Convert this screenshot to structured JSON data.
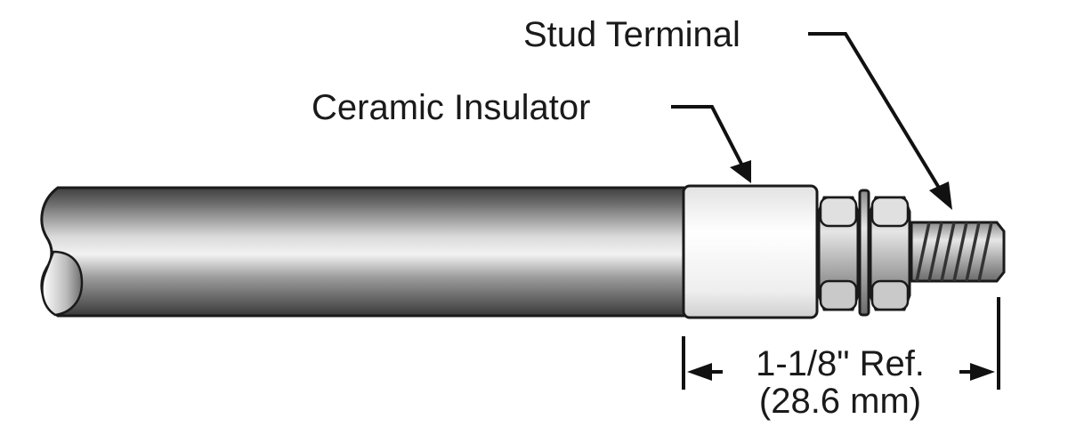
{
  "labels": {
    "stud_terminal": "Stud Terminal",
    "ceramic_insulator": "Ceramic Insulator",
    "dimension_imperial": "1-1/8\" Ref.",
    "dimension_metric": "(28.6 mm)"
  },
  "colors": {
    "sheath_dark": "#4a4a4a",
    "sheath_light": "#d6d6d6",
    "insulator": "#f4f4f4",
    "outline": "#1a1a1a"
  }
}
